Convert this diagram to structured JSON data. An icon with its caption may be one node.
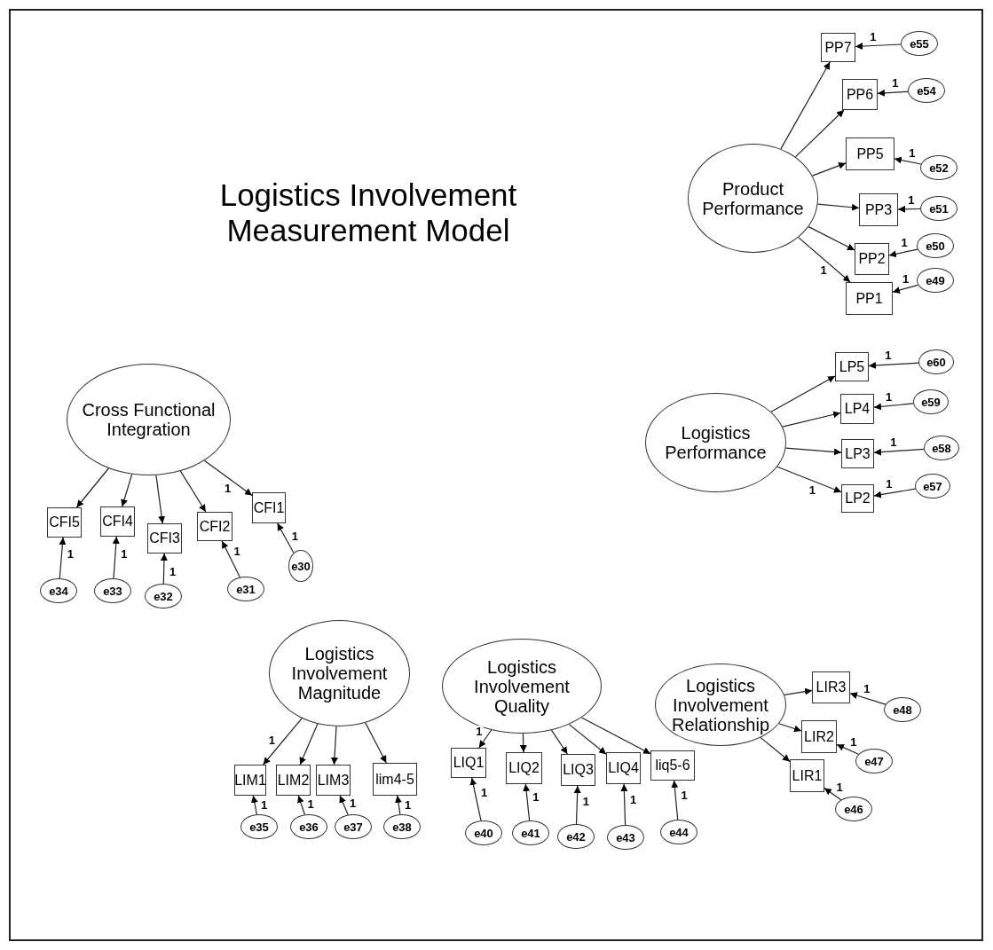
{
  "diagram": {
    "title": "Logistics Involvement Measurement Model",
    "nodes": [
      {
        "text": [
          "Product Performance"
        ]
      },
      {
        "text": [
          "PP7"
        ]
      },
      {
        "text": [
          "PP6"
        ]
      },
      {
        "text": [
          "PP5"
        ]
      },
      {
        "text": [
          "PP3"
        ]
      },
      {
        "text": [
          "PP2"
        ]
      },
      {
        "text": [
          "PP1"
        ]
      },
      {
        "text": [
          "e55"
        ]
      },
      {
        "text": [
          "e54"
        ]
      },
      {
        "text": [
          "e52"
        ]
      },
      {
        "text": [
          "e51"
        ]
      },
      {
        "text": [
          "e50"
        ]
      },
      {
        "text": [
          "e49"
        ]
      },
      {
        "text": [
          "Cross Functional Integration"
        ]
      },
      {
        "text": [
          "CFI5"
        ]
      },
      {
        "text": [
          "CFI4"
        ]
      },
      {
        "text": [
          "CFI3"
        ]
      },
      {
        "text": [
          "CFI2"
        ]
      },
      {
        "text": [
          "CFI1"
        ]
      },
      {
        "text": [
          "e34"
        ]
      },
      {
        "text": [
          "e33"
        ]
      },
      {
        "text": [
          "e32"
        ]
      },
      {
        "text": [
          "e31"
        ]
      },
      {
        "text": [
          "e30"
        ]
      },
      {
        "text": [
          "Logistics Performance"
        ]
      },
      {
        "text": [
          "LP5"
        ]
      },
      {
        "text": [
          "LP4"
        ]
      },
      {
        "text": [
          "LP3"
        ]
      },
      {
        "text": [
          "LP2"
        ]
      },
      {
        "text": [
          "e60"
        ]
      },
      {
        "text": [
          "e59"
        ]
      },
      {
        "text": [
          "e58"
        ]
      },
      {
        "text": [
          "e57"
        ]
      },
      {
        "text": [
          "Logistics Involvement Magnitude"
        ]
      },
      {
        "text": [
          "LIM1"
        ]
      },
      {
        "text": [
          "LIM2"
        ]
      },
      {
        "text": [
          "LIM3"
        ]
      },
      {
        "text": [
          "lim4-5"
        ]
      },
      {
        "text": [
          "e35"
        ]
      },
      {
        "text": [
          "e36"
        ]
      },
      {
        "text": [
          "e37"
        ]
      },
      {
        "text": [
          "e38"
        ]
      },
      {
        "text": [
          "Logistics Involvement Quality"
        ]
      },
      {
        "text": [
          "LIQ1"
        ]
      },
      {
        "text": [
          "LIQ2"
        ]
      },
      {
        "text": [
          "LIQ3"
        ]
      },
      {
        "text": [
          "LIQ4"
        ]
      },
      {
        "text": [
          "liq5-6"
        ]
      },
      {
        "text": [
          "e40"
        ]
      },
      {
        "text": [
          "e41"
        ]
      },
      {
        "text": [
          "e42"
        ]
      },
      {
        "text": [
          "e43"
        ]
      },
      {
        "text": [
          "e44"
        ]
      },
      {
        "text": [
          "Logistics Involvement Relationship"
        ]
      },
      {
        "text": [
          "LIR3"
        ]
      },
      {
        "text": [
          "LIR2"
        ]
      },
      {
        "text": [
          "LIR1"
        ]
      },
      {
        "text": [
          "e48"
        ]
      },
      {
        "text": [
          "e47"
        ]
      },
      {
        "text": [
          "e46"
        ]
      }
    ],
    "edges": [
      {
        "from": 0,
        "to": 1,
        "arrow": "to"
      },
      {
        "from": 0,
        "to": 2,
        "arrow": "to"
      },
      {
        "from": 0,
        "to": 3,
        "arrow": "to"
      },
      {
        "from": 0,
        "to": 4,
        "arrow": "to"
      },
      {
        "from": 0,
        "to": 5,
        "arrow": "to"
      },
      {
        "from": 0,
        "to": 6,
        "arrow": "to",
        "label": "1"
      },
      {
        "from": 7,
        "to": 1,
        "arrow": "to",
        "label": "1"
      },
      {
        "from": 8,
        "to": 2,
        "arrow": "to",
        "label": "1"
      },
      {
        "from": 9,
        "to": 3,
        "arrow": "to",
        "label": "1"
      },
      {
        "from": 10,
        "to": 4,
        "arrow": "to",
        "label": "1"
      },
      {
        "from": 11,
        "to": 5,
        "arrow": "to",
        "label": "1"
      },
      {
        "from": 12,
        "to": 6,
        "arrow": "to",
        "label": "1"
      },
      {
        "from": 13,
        "to": 14,
        "arrow": "to"
      },
      {
        "from": 13,
        "to": 15,
        "arrow": "to"
      },
      {
        "from": 13,
        "to": 16,
        "arrow": "to"
      },
      {
        "from": 13,
        "to": 17,
        "arrow": "to"
      },
      {
        "from": 13,
        "to": 18,
        "arrow": "to",
        "label": "1"
      },
      {
        "from": 19,
        "to": 14,
        "arrow": "to",
        "label": "1"
      },
      {
        "from": 20,
        "to": 15,
        "arrow": "to",
        "label": "1"
      },
      {
        "from": 21,
        "to": 16,
        "arrow": "to",
        "label": "1"
      },
      {
        "from": 22,
        "to": 17,
        "arrow": "to",
        "label": "1"
      },
      {
        "from": 23,
        "to": 18,
        "arrow": "to",
        "label": "1"
      },
      {
        "from": 24,
        "to": 25,
        "arrow": "to"
      },
      {
        "from": 24,
        "to": 26,
        "arrow": "to"
      },
      {
        "from": 24,
        "to": 27,
        "arrow": "to"
      },
      {
        "from": 24,
        "to": 28,
        "arrow": "to",
        "label": "1"
      },
      {
        "from": 29,
        "to": 25,
        "arrow": "to",
        "label": "1"
      },
      {
        "from": 30,
        "to": 26,
        "arrow": "to",
        "label": "1"
      },
      {
        "from": 31,
        "to": 27,
        "arrow": "to",
        "label": "1"
      },
      {
        "from": 32,
        "to": 28,
        "arrow": "to",
        "label": "1"
      },
      {
        "from": 33,
        "to": 34,
        "arrow": "to",
        "label": "1"
      },
      {
        "from": 33,
        "to": 35,
        "arrow": "to"
      },
      {
        "from": 33,
        "to": 36,
        "arrow": "to"
      },
      {
        "from": 33,
        "to": 37,
        "arrow": "to"
      },
      {
        "from": 38,
        "to": 34,
        "arrow": "to",
        "label": "1"
      },
      {
        "from": 39,
        "to": 35,
        "arrow": "to",
        "label": "1"
      },
      {
        "from": 40,
        "to": 36,
        "arrow": "to",
        "label": "1"
      },
      {
        "from": 41,
        "to": 37,
        "arrow": "to",
        "label": "1"
      },
      {
        "from": 42,
        "to": 43,
        "arrow": "to",
        "label": "1"
      },
      {
        "from": 42,
        "to": 44,
        "arrow": "to"
      },
      {
        "from": 42,
        "to": 45,
        "arrow": "to"
      },
      {
        "from": 42,
        "to": 46,
        "arrow": "to"
      },
      {
        "from": 42,
        "to": 47,
        "arrow": "to"
      },
      {
        "from": 48,
        "to": 43,
        "arrow": "to",
        "label": "1"
      },
      {
        "from": 49,
        "to": 44,
        "arrow": "to",
        "label": "1"
      },
      {
        "from": 50,
        "to": 45,
        "arrow": "to",
        "label": "1"
      },
      {
        "from": 51,
        "to": 46,
        "arrow": "to",
        "label": "1"
      },
      {
        "from": 52,
        "to": 47,
        "arrow": "to",
        "label": "1"
      },
      {
        "from": 53,
        "to": 54,
        "arrow": "to"
      },
      {
        "from": 53,
        "to": 55,
        "arrow": "to"
      },
      {
        "from": 53,
        "to": 56,
        "arrow": "to"
      },
      {
        "from": 57,
        "to": 54,
        "arrow": "to",
        "label": "1"
      },
      {
        "from": 58,
        "to": 55,
        "arrow": "to",
        "label": "1"
      },
      {
        "from": 59,
        "to": 56,
        "arrow": "to",
        "label": "1"
      }
    ]
  }
}
